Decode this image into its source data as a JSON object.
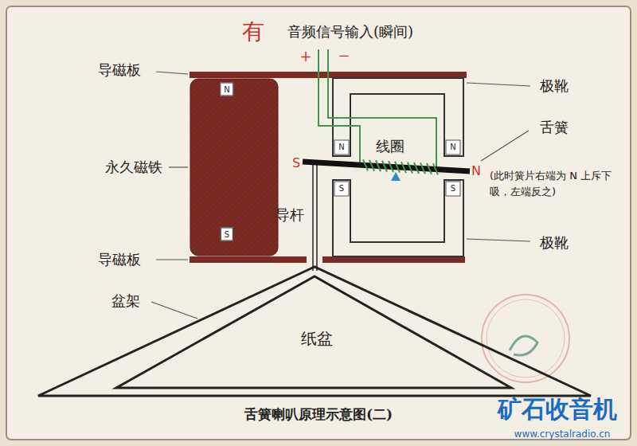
{
  "diagram": {
    "caption": "舌簧喇叭原理示意图(二)",
    "nodes": [
      {
        "text": [
          "N",
          "S"
        ]
      },
      {
        "text": [
          "纸盆"
        ]
      }
    ],
    "labels": [
      "有",
      "音频信号输入(瞬间)",
      "+",
      "−",
      "导磁板",
      "极靴",
      "舌簧",
      "永久磁铁",
      "S",
      "N",
      "(此时簧片右端为 N 上斥下吸，左端反之)",
      "N",
      "N",
      "S",
      "S",
      "线圈",
      "导杆",
      "极靴",
      "导磁板",
      "盆架",
      "矿石收音机",
      "www.crystalradio.cn"
    ]
  }
}
